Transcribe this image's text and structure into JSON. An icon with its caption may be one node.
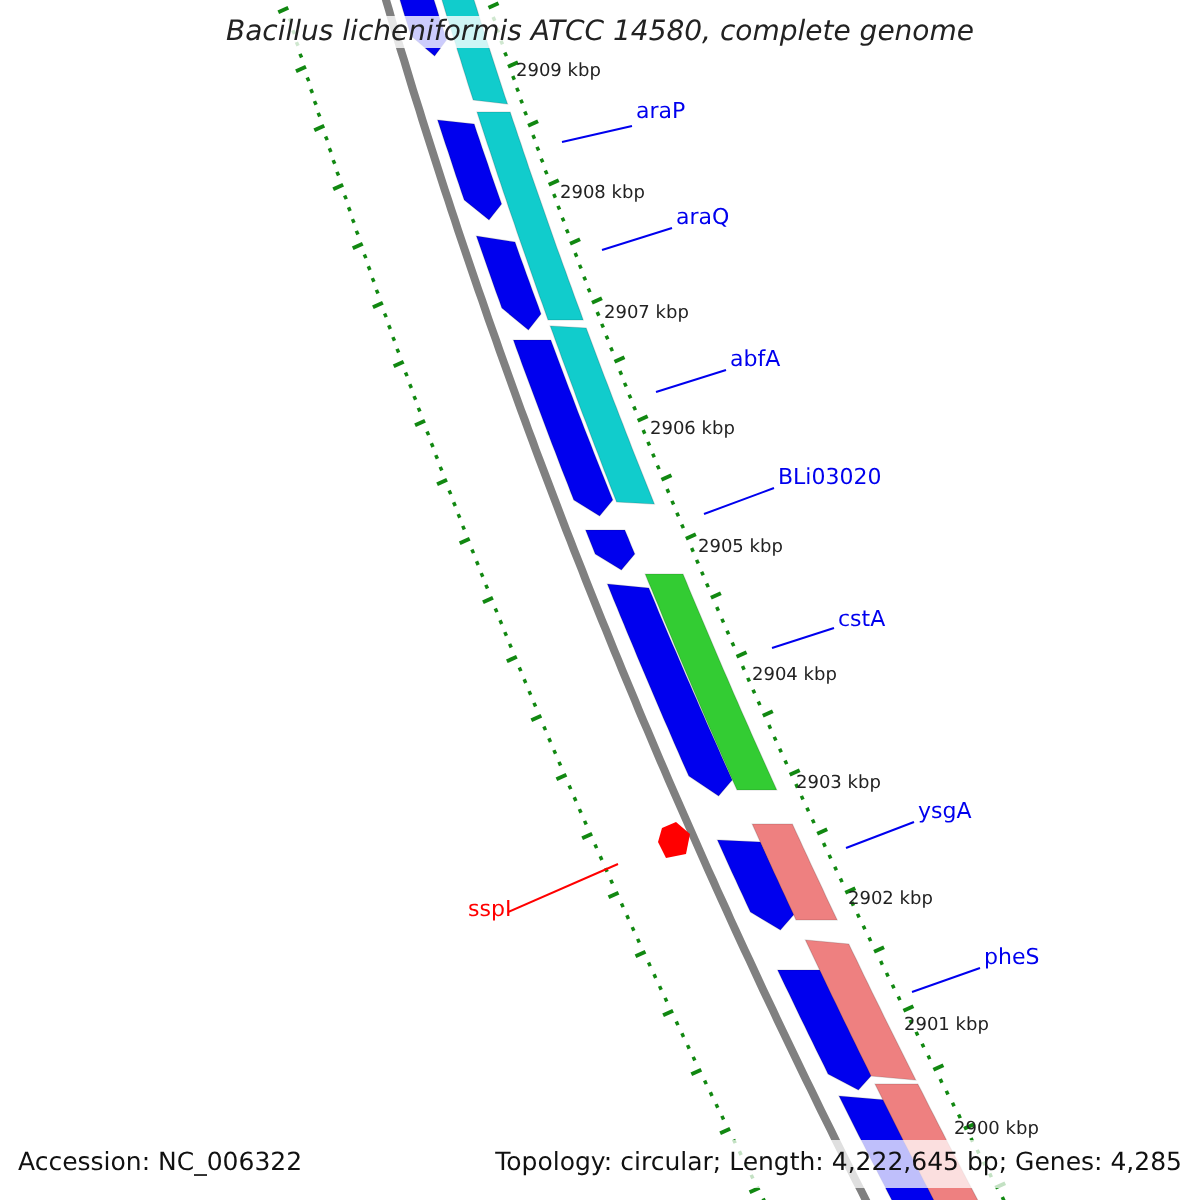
{
  "diagram": {
    "title": "Bacillus licheniformis ATCC 14580, complete genome",
    "nodes": [
      {
        "text": [
          "araP"
        ]
      },
      {
        "text": [
          "araQ"
        ]
      },
      {
        "text": [
          "abfA"
        ]
      },
      {
        "text": [
          "BLi03020"
        ]
      },
      {
        "text": [
          "cstA"
        ]
      },
      {
        "text": [
          "ysgA"
        ]
      },
      {
        "text": [
          "pheS"
        ]
      },
      {
        "text": [
          "sspI"
        ]
      }
    ],
    "edges": [
      {
        "from": 0,
        "to": null,
        "arrow": "none"
      },
      {
        "from": 1,
        "to": null,
        "arrow": "none"
      },
      {
        "from": 2,
        "to": null,
        "arrow": "none"
      },
      {
        "from": 3,
        "to": null,
        "arrow": "none"
      },
      {
        "from": 4,
        "to": null,
        "arrow": "none"
      },
      {
        "from": 5,
        "to": null,
        "arrow": "none"
      },
      {
        "from": 6,
        "to": null,
        "arrow": "none"
      },
      {
        "from": 7,
        "to": null,
        "arrow": "none",
        "color": "#ff0000"
      }
    ],
    "labels": [
      "2909 kbp",
      "2908 kbp",
      "2907 kbp",
      "2906 kbp",
      "2905 kbp",
      "2904 kbp",
      "2903 kbp",
      "2902 kbp",
      "2901 kbp",
      "2900 kbp",
      "Accession: NC_006322",
      "Topology: circular; Length: 4,222,645 bp; Genes: 4,285"
    ]
  }
}
